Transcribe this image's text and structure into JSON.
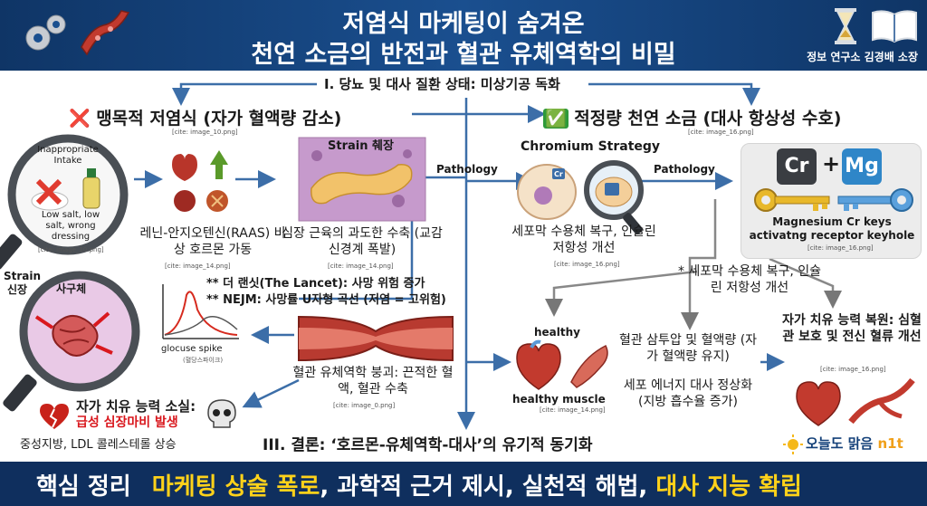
{
  "header": {
    "title_line1": "저염식 마케팅이 숨겨온",
    "title_line2": "천연 소금의 반전과 혈관 유체역학의 비밀",
    "author": "정보 연구소 김경배 소장",
    "icons": [
      "gears-icon",
      "blood-vessel-icon",
      "hourglass-icon",
      "book-icon"
    ]
  },
  "top_banner": "I. 당뇨 및 대사 질환 상태: 미상기공 독화",
  "left": {
    "heading_mark": "❌",
    "heading": "맹목적 저염식 (자가 혈액량 감소)",
    "heading_cite": "[cite: image_10.png]",
    "inappropriate": "Inappropriate Intake",
    "dressing_label": "Low salt, low salt, wrong dressing",
    "dressing_cite": "[cite: image_10.png]",
    "raas": "레닌-안지오텐신(RAAS) 비상 호르몬 가동",
    "raas_cite": "[cite: image_14.png]",
    "pancreas_title": "Strain 췌장",
    "heart_strain": "심장 근육의 과도한 수축 (교감신경계 폭발)",
    "heart_strain_cite": "[cite: image_14.png]",
    "kidney_strain": "Strain 신장",
    "glomerulus": "사구체",
    "lancet_1": "** 더 랜싯(The Lancet): 사망 위험 증가",
    "lancet_2": "** NEJM: 사망률 U자형 곡선 (저염 = 고위험)",
    "glucose_spike": "glocuse spike",
    "glucose_sub": "(혈당스파이크)",
    "collapse": "혈관 유체역학 붕괴: 끈적한 혈액, 혈관 수축",
    "collapse_cite": "[cite: image_0.png]",
    "loss": "자가 치유 능력 소실:",
    "cardiac": "급성 심장마비 발생",
    "lipids": "중성지방, LDL 콜레스테롤 상승"
  },
  "center": {
    "pathology_1": "Pathology",
    "pathology_2": "Pathology",
    "conclusion": "III. 결론: ‘호르몬-유체역학-대사’의 유기적 동기화"
  },
  "right": {
    "heading_mark": "✅",
    "heading": "적정량 천연 소금 (대사 항상성 수호)",
    "heading_cite": "[cite: image_16.png]",
    "chromium": "Chromium Strategy",
    "cell_cr": "Cr",
    "membrane": "세포막 수용체 복구, 인슐린 저항성 개선",
    "membrane_cite": "[cite: image_16.png]",
    "key_cr": "Cr",
    "key_plus": "+",
    "key_mg": "Mg",
    "keys_label": "Magnesium Cr keys activatng receptor keyhole",
    "keys_cite": "[cite: image_16.png]",
    "membrane2": "* 세포막 수용체 복구, 인슐린 저항성 개선",
    "healthy": "healthy",
    "healthy_muscle": "healthy muscle",
    "healthy_cite": "[cite: image_14.png]",
    "vessel": "혈관 삼투압 및 혈액량 (자가 혈액량 유지)",
    "energy": "세포 에너지 대사 정상화 (지방 흡수율 증가)",
    "recovery": "자가 치유 능력 복원: 심혈관 보호 및 전신 혈류 개선",
    "recovery_cite": "[cite: image_16.png]"
  },
  "footer": {
    "part1": "핵심 정리",
    "part2": "마케팅 상술 폭로",
    "part3": ", 과학적 근거 제시, 실천적 해법, ",
    "part4": "대사 지능 확립"
  },
  "brand": {
    "name": "오늘도 맑음 ",
    "name2": "n1t",
    "icon": "sun-icon"
  }
}
